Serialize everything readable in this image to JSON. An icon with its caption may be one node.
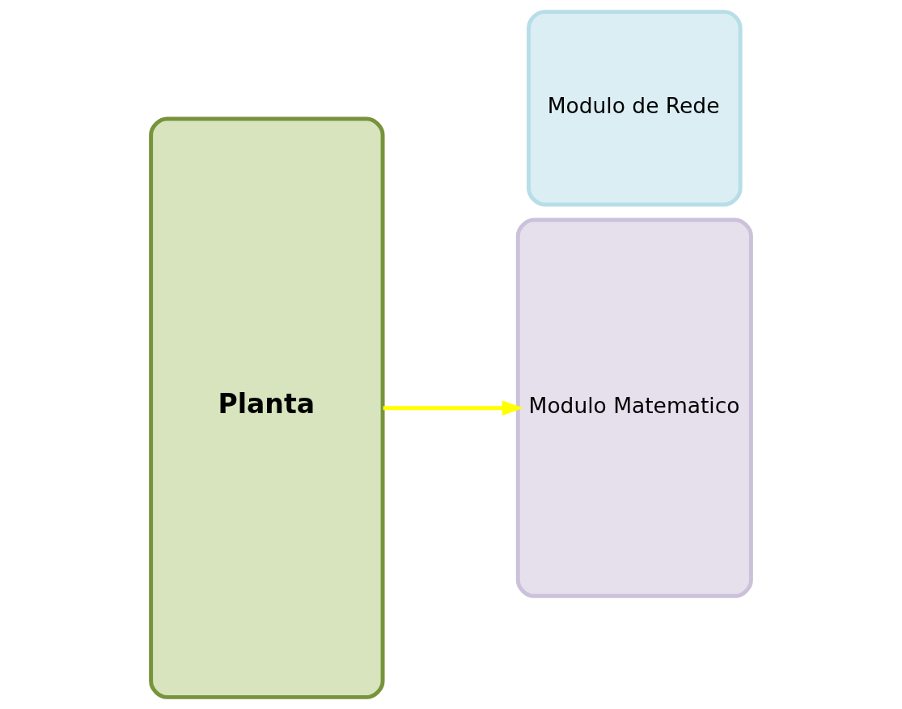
{
  "diagram": {
    "nodes": [
      {
        "text": [
          "Planta"
        ]
      },
      {
        "text": [
          "Modulo de Rede"
        ]
      },
      {
        "text": [
          "Modulo Matematico"
        ]
      }
    ],
    "edges": [
      {
        "from": 0,
        "to": 2,
        "arrow": "to",
        "color": "#ffff00"
      }
    ]
  }
}
